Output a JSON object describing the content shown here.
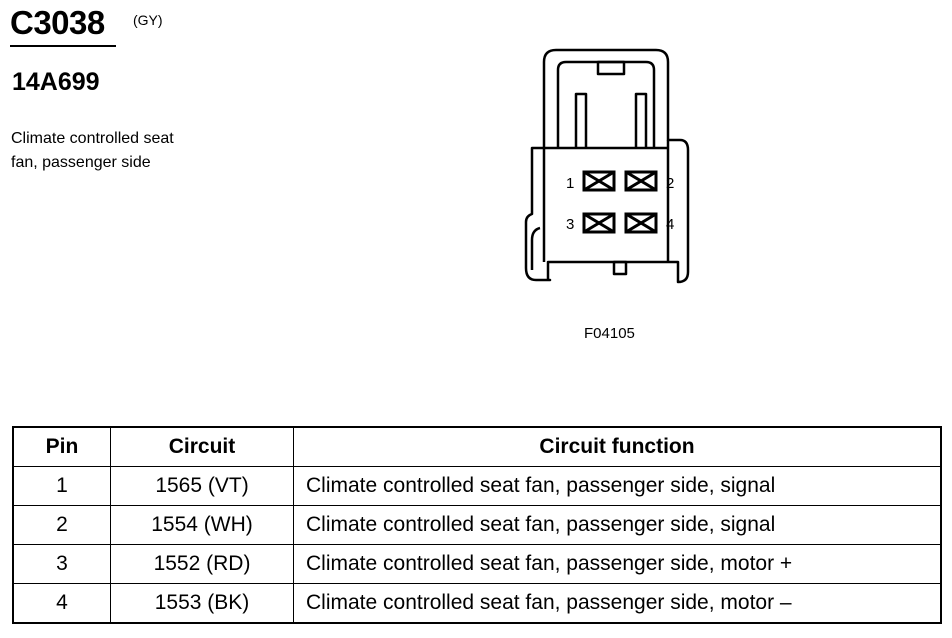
{
  "connector": {
    "id": "C3038",
    "color": "(GY)",
    "part_number": "14A699",
    "description": "Climate controlled seat fan, passenger side"
  },
  "diagram": {
    "figure_id": "F04105",
    "pins": [
      "1",
      "2",
      "3",
      "4"
    ]
  },
  "table": {
    "headers": {
      "pin": "Pin",
      "circuit": "Circuit",
      "function": "Circuit function"
    },
    "rows": [
      {
        "pin": "1",
        "circuit": "1565 (VT)",
        "function": "Climate controlled seat fan, passenger side, signal"
      },
      {
        "pin": "2",
        "circuit": "1554 (WH)",
        "function": "Climate controlled seat fan, passenger side, signal"
      },
      {
        "pin": "3",
        "circuit": "1552 (RD)",
        "function": "Climate controlled seat fan, passenger side, motor +"
      },
      {
        "pin": "4",
        "circuit": "1553 (BK)",
        "function": "Climate controlled seat fan, passenger side, motor –"
      }
    ]
  }
}
